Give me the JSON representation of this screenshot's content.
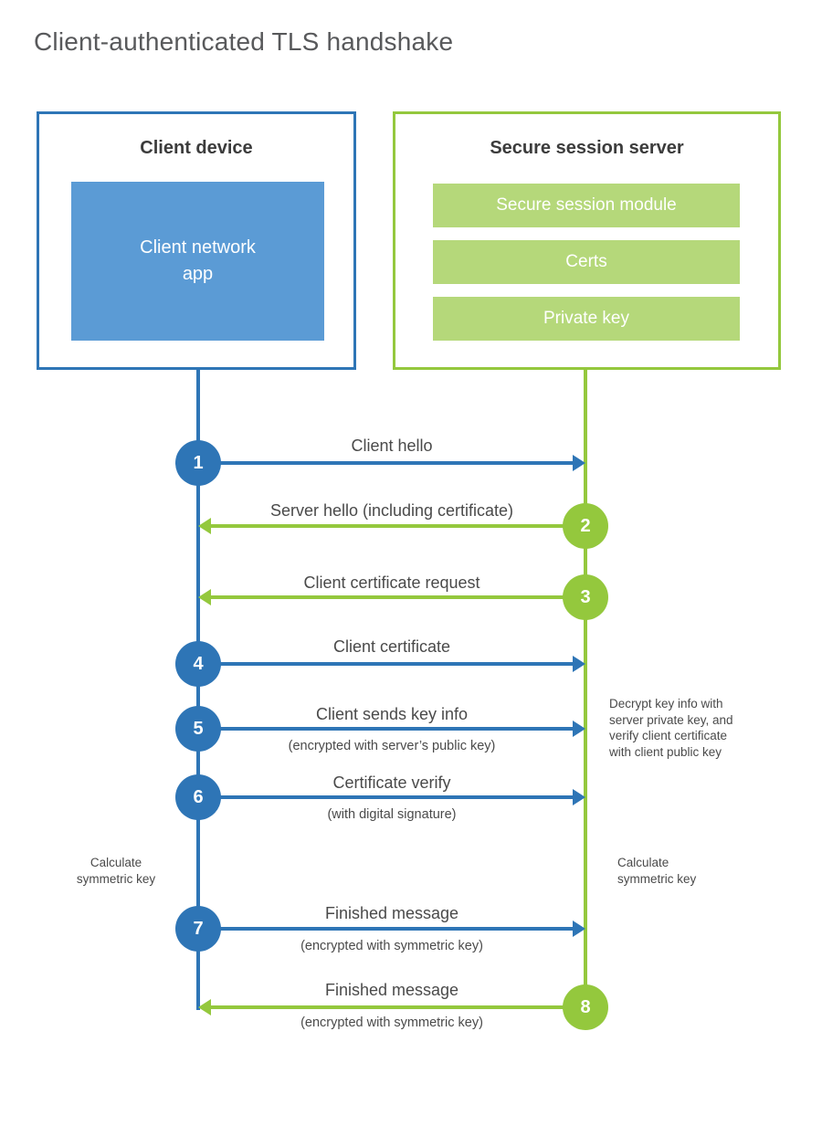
{
  "title": "Client-authenticated TLS handshake",
  "colors": {
    "client_primary": "#2e75b6",
    "client_fill": "#5b9bd5",
    "server_primary": "#94c83d",
    "server_fill": "#b5d87a",
    "text_dark": "#3c3c3c",
    "text_gray": "#4a4a4a",
    "title_gray": "#58595b"
  },
  "client": {
    "title": "Client device",
    "app_label": "Client network\napp"
  },
  "server": {
    "title": "Secure session server",
    "modules": [
      {
        "label": "Secure session module"
      },
      {
        "label": "Certs"
      },
      {
        "label": "Private key"
      }
    ]
  },
  "steps": [
    {
      "number": "1",
      "label": "Client hello",
      "sublabel": "",
      "from": "client",
      "to": "server"
    },
    {
      "number": "2",
      "label": "Server hello (including certificate)",
      "sublabel": "",
      "from": "server",
      "to": "client"
    },
    {
      "number": "3",
      "label": "Client certificate request",
      "sublabel": "",
      "from": "server",
      "to": "client"
    },
    {
      "number": "4",
      "label": "Client certificate",
      "sublabel": "",
      "from": "client",
      "to": "server"
    },
    {
      "number": "5",
      "label": "Client sends key info",
      "sublabel": "(encrypted with server’s public key)",
      "from": "client",
      "to": "server"
    },
    {
      "number": "6",
      "label": "Certificate verify",
      "sublabel": "(with digital signature)",
      "from": "client",
      "to": "server"
    },
    {
      "number": "7",
      "label": "Finished message",
      "sublabel": "(encrypted with symmetric key)",
      "from": "client",
      "to": "server"
    },
    {
      "number": "8",
      "label": "Finished message",
      "sublabel": "(encrypted with symmetric key)",
      "from": "server",
      "to": "client"
    }
  ],
  "annotations": {
    "calc_left": "Calculate\nsymmetric key",
    "calc_right": "Calculate\nsymmetric key",
    "decrypt_note": "Decrypt key info with\nserver private key, and\nverify client certificate\nwith client public key"
  }
}
